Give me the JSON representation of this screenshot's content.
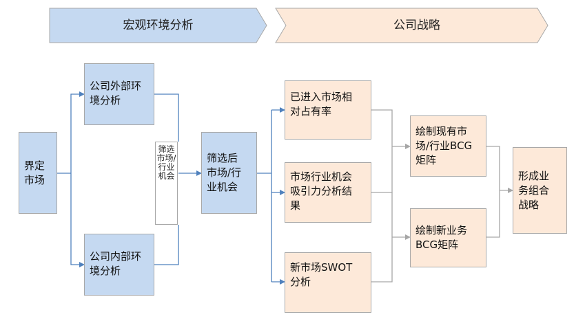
{
  "phases": {
    "macro": "宏观环境分析",
    "strategy": "公司战略"
  },
  "nodes": {
    "define_market": "界定\n市场",
    "external_env": "公司外部环\n境分析",
    "internal_env": "公司内部环\n境分析",
    "filter_label": "筛选市场/行业机会",
    "filtered_opps": "筛选后\n市场/行\n业机会",
    "relative_share": "已进入市场相\n对占有率",
    "attractiveness": "市场行业机会\n吸引力分析结\n果",
    "swot": "新市场SWOT\n分析",
    "bcg_current": "绘制现有市\n场/行业BCG\n矩阵",
    "bcg_new": "绘制新业务\nBCG矩阵",
    "portfolio": "形成业\n务组合\n战略"
  },
  "colors": {
    "phase_blue": "#c5d9f1",
    "phase_orange": "#fde9d9",
    "arrow_blue": "#4f81bd",
    "arrow_gray": "#a6a6a6"
  }
}
